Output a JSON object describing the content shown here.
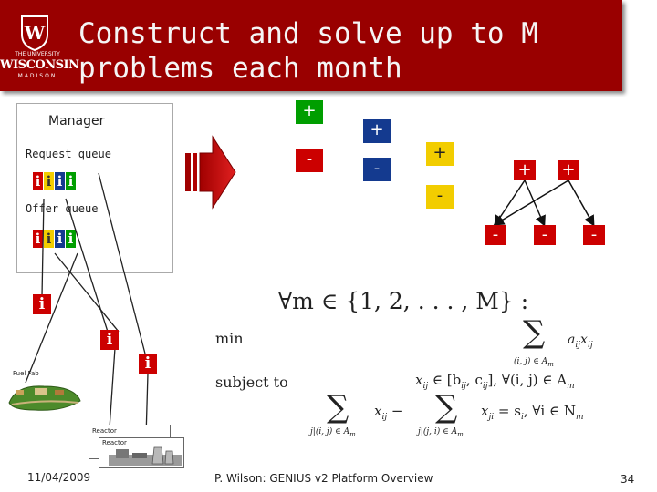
{
  "slide": {
    "title_line1": "Construct and solve up to M",
    "title_line2": "problems each month",
    "colors": {
      "title_bg": "#990000",
      "title_text": "#f5f5f5",
      "green": "#009e00",
      "red": "#cc0000",
      "blue": "#143a8f",
      "yellow": "#f2cd00"
    }
  },
  "logo": {
    "the_university": "THE UNIVERSITY",
    "wisconsin": "WISCONSIN",
    "madison": "MADISON",
    "crest_letter": "W"
  },
  "manager": {
    "label": "Manager",
    "request_queue_label": "Request queue",
    "offer_queue_label": "Offer queue",
    "queue_icon_glyph": "i",
    "queue_colors": [
      "#cc0000",
      "#f2cd00",
      "#143a8f",
      "#009e00"
    ]
  },
  "network": {
    "plus": "+",
    "minus": "-"
  },
  "info_icon_glyph": "i",
  "plants": {
    "farm_label": "Fuel Fab",
    "reactor1_label": "Reactor",
    "reactor2_label": "Reactor"
  },
  "math": {
    "forall": "∀m ∈ {1, 2, . . . , M} :",
    "min_label": "min",
    "subject_label": "subject to",
    "sum_symbol": "∑",
    "sum_top_sub": "(i, j) ∈ A",
    "sum_top_sub_m": "m",
    "sum_top_term": "a",
    "sum_top_term_sub": "ij",
    "sum_top_term2": "x",
    "sum_top_term2_sub": "ij",
    "c1_x": "x",
    "c1_x_sub": "ij",
    "c1_rest": " ∈ [b",
    "c1_b_sub": "ij",
    "c1_mid": ", c",
    "c1_c_sub": "ij",
    "c1_end": "],  ∀(i, j) ∈ A",
    "c1_end_sub": "m",
    "sum_a_sub": "j|(i, j) ∈ A",
    "sum_a_sub_m": "m",
    "sum_a_term": "x",
    "sum_a_term_sub": "ij",
    "minus_op": " −",
    "sum_b_sub": "j|(j, i) ∈ A",
    "sum_b_sub_m": "m",
    "sum_b_term": "x",
    "sum_b_term_sub": "ji",
    "c2_rhs": " = s",
    "c2_rhs_sub": "i",
    "c2_end": ", ∀i ∈ N",
    "c2_end_sub": "m"
  },
  "footer": {
    "date": "11/04/2009",
    "center": "P. Wilson: GENIUS v2 Platform Overview",
    "page": "34"
  }
}
